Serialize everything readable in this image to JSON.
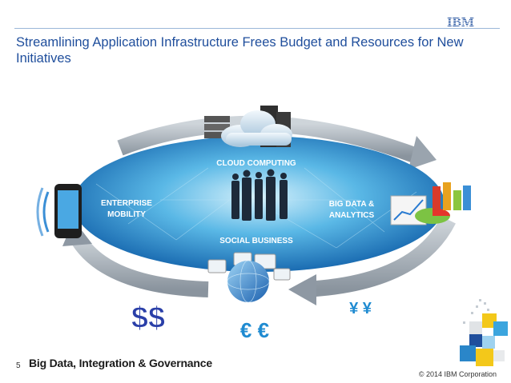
{
  "brand": {
    "logo_text": "IBM",
    "accent": "#1f4e9c"
  },
  "slide": {
    "title": "Streamlining Application Infrastructure Frees Budget and Resources for New Initiatives",
    "number": "5",
    "footer_title": "Big Data, Integration & Governance",
    "copyright": "© 2014 IBM Corporation"
  },
  "diagram": {
    "cloud": "CLOUD COMPUTING",
    "mobility": "ENTERPRISE MOBILITY",
    "mobility_l1": "ENTERPRISE",
    "mobility_l2": "MOBILITY",
    "analytics": "BIG DATA & ANALYTICS",
    "analytics_l1": "BIG DATA &",
    "analytics_l2": "ANALYTICS",
    "social": "SOCIAL BUSINESS",
    "currency_dollar": "$$",
    "currency_euro": "€ €",
    "currency_yen": "¥ ¥",
    "colors": {
      "ellipse": "#2a8bc9",
      "ring": "#8e9aa6",
      "dollar": "#2a3fa8",
      "euro": "#1f8bd1",
      "yen": "#1f8bd1"
    }
  }
}
